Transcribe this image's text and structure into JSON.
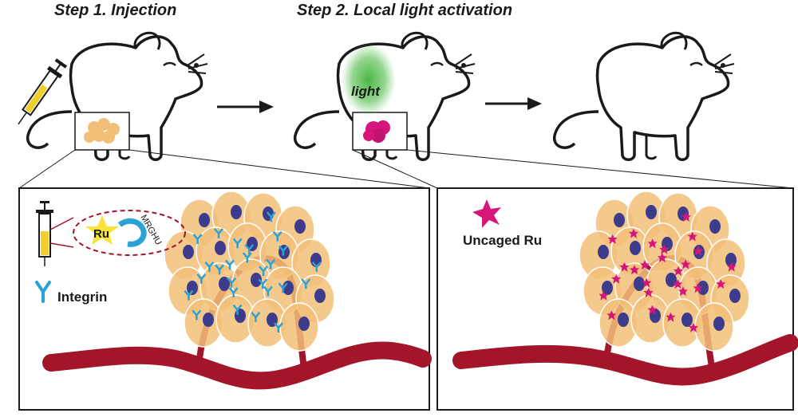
{
  "steps": [
    {
      "title": "Step 1.  Injection"
    },
    {
      "title": "Step 2.  Local light activation"
    }
  ],
  "light_label": "light",
  "left_panel": {
    "complex_core": "Ru",
    "complex_ligand": "MRGHU",
    "legend_label": "Integrin"
  },
  "right_panel": {
    "legend_label": "Uncaged Ru"
  },
  "colors": {
    "vessel": "#a3162a",
    "cell": "#f2bf78",
    "nucleus": "#3d3c8c",
    "integrin": "#29a3d6",
    "ru_star": "#f7e33a",
    "uncaged_ru": "#d6167a",
    "light": "#3fb33a"
  },
  "icons": [
    "mouse-outline",
    "syringe-icon",
    "arrow-right-icon",
    "star-icon"
  ]
}
